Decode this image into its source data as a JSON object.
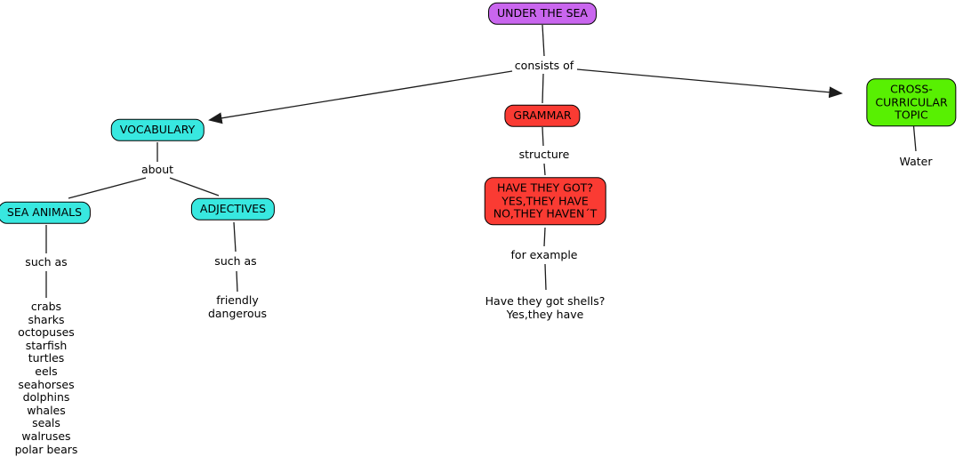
{
  "diagram": {
    "title": "UNDER THE SEA concept map",
    "colors": {
      "topic_node": "#c966ee",
      "vocabulary_nodes": "#38e8e0",
      "grammar_nodes": "#fa3b33",
      "cross_curricular_node": "#58f002",
      "node_border": "#000000",
      "connector_line": "#1c1c1c",
      "text": "#000000",
      "background": "#ffffff"
    },
    "nodes": {
      "under_the_sea": {
        "label": "UNDER THE SEA"
      },
      "vocabulary": {
        "label": "VOCABULARY"
      },
      "sea_animals": {
        "label": "SEA ANIMALS"
      },
      "adjectives": {
        "label": "ADJECTIVES"
      },
      "grammar": {
        "label": "GRAMMAR"
      },
      "have_they_got": {
        "label": "HAVE THEY GOT?\nYES,THEY HAVE\nNO,THEY HAVEN´T"
      },
      "cross_curricular_topic": {
        "label": "CROSS-CURRICULAR\nTOPIC"
      }
    },
    "link_labels": {
      "consists_of": "consists of",
      "about": "about",
      "such_as_animals": "such as",
      "such_as_adjectives": "such as",
      "structure": "structure",
      "for_example": "for example"
    },
    "leaves": {
      "animals_list": "crabs\nsharks\noctopuses\nstarfish\nturtles\neels\nseahorses\ndolphins\nwhales\nseals\nwalruses\npolar bears",
      "adjective_examples": "friendly\ndangerous",
      "grammar_example": "Have they got shells?\nYes,they have",
      "water": "Water"
    },
    "edges": [
      "UNDER THE SEA -> consists of",
      "consists of -> VOCABULARY (arrow)",
      "consists of -> GRAMMAR",
      "consists of -> CROSS-CURRICULAR TOPIC (arrow)",
      "VOCABULARY -> about",
      "about -> SEA ANIMALS",
      "about -> ADJECTIVES",
      "SEA ANIMALS -> such as -> animals list",
      "ADJECTIVES -> such as -> friendly dangerous",
      "GRAMMAR -> structure -> HAVE THEY GOT?",
      "HAVE THEY GOT? -> for example -> Have they got shells?",
      "CROSS-CURRICULAR TOPIC -> Water"
    ]
  }
}
